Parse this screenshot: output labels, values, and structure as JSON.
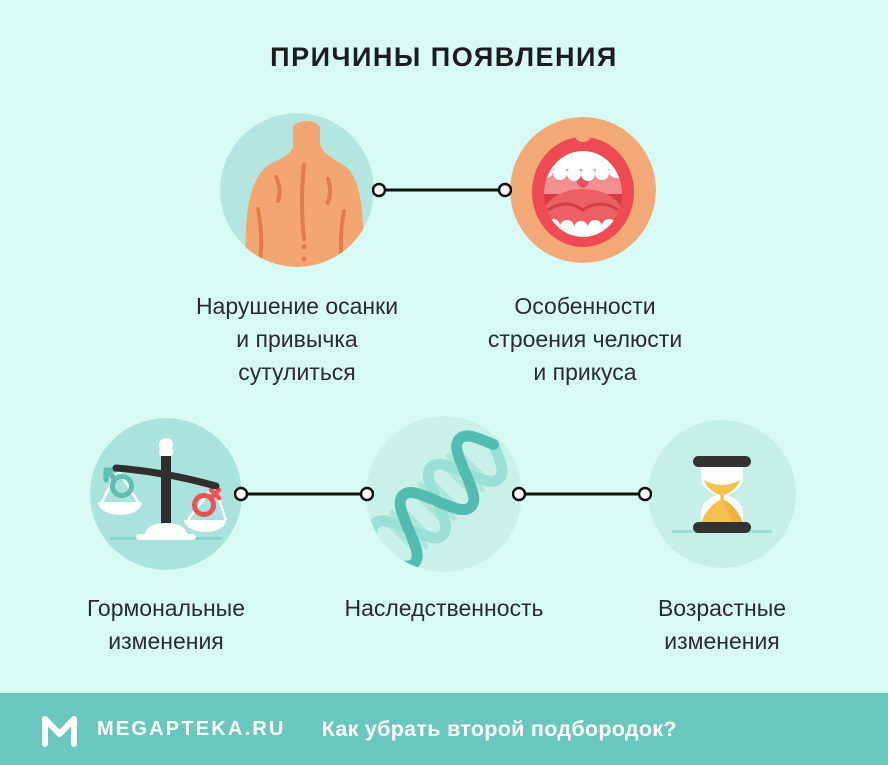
{
  "title": "ПРИЧИНЫ ПОЯВЛЕНИЯ",
  "causes": [
    {
      "name": "posture",
      "icon": "back-posture-icon",
      "label_lines": [
        "Нарушение осанки",
        "и привычка",
        "сутулиться"
      ]
    },
    {
      "name": "jaw-structure",
      "icon": "open-mouth-icon",
      "label_lines": [
        "Особенности",
        "строения челюсти",
        "и прикуса"
      ]
    },
    {
      "name": "hormonal",
      "icon": "gender-balance-scale-icon",
      "label_lines": [
        "Гормональные",
        "изменения"
      ]
    },
    {
      "name": "heredity",
      "icon": "dna-icon",
      "label_lines": [
        "Наследственность"
      ]
    },
    {
      "name": "age",
      "icon": "hourglass-icon",
      "label_lines": [
        "Возрастные",
        "изменения"
      ]
    }
  ],
  "footer": {
    "brand": "MEGAPTEKA.RU",
    "question": "Как убрать второй подбородок?"
  },
  "colors": {
    "background": "#d7fbf4",
    "footer_background": "#6ac7bd",
    "title_text": "#1c1c1c",
    "label_text": "#2b2b2b",
    "footer_text": "#ffffff",
    "connector": "#111111",
    "icon_circle_teal": "#b5e5e0",
    "icon_circle_orange": "#f3a878",
    "skin": "#f3a572",
    "skin_shadow": "#e27c48",
    "lip_red": "#ee4a52",
    "mouth_inner": "#d63c46",
    "male_symbol": "#5fbdb2",
    "female_symbol": "#f15156",
    "dna_strand_dark": "#52bcb0",
    "dna_strand_light": "#9be0d6",
    "sand_yellow": "#f2c14e"
  }
}
